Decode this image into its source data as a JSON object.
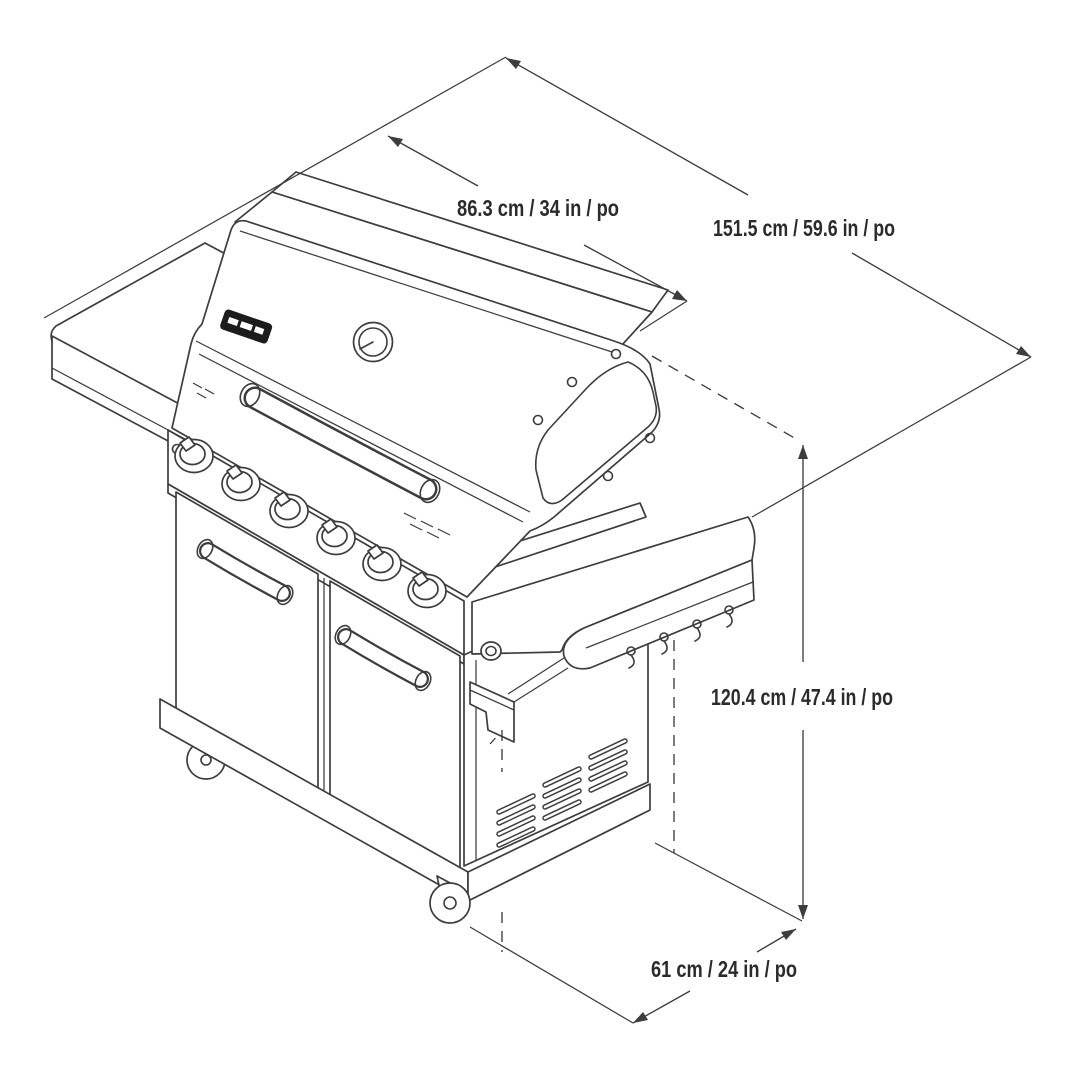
{
  "diagram": {
    "labels": {
      "lid_width": "86.3 cm / 34 in / po",
      "overall_width": "151.5 cm / 59.6 in / po",
      "overall_height": "120.4 cm / 47.4 in / po",
      "overall_depth": "61 cm / 24 in / po"
    },
    "colors": {
      "line": "#3d3d3d",
      "label_text": "#2b2b2b",
      "badge": "#1c1c1c",
      "background": "#ffffff"
    }
  }
}
